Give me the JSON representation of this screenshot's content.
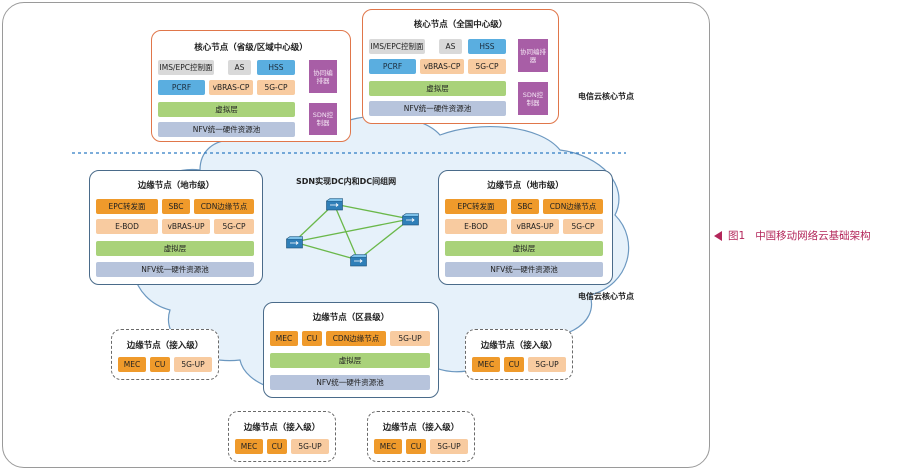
{
  "caption": {
    "label": "图1",
    "text": "中国移动网络云基础架构"
  },
  "cloud_labels": {
    "core": "电信云核心节点",
    "core2": "电信云核心节点"
  },
  "sdn_label": "SDN实现DC内和DC间组网",
  "icons": {
    "dc_switch": "dc-switch-icon"
  },
  "colors": {
    "core_border": "#e0764a",
    "edge_border": "#4a6b8a",
    "caption": "#b3265a",
    "divider": "#2f7cc4"
  },
  "core_provincial": {
    "title": "核心节点（省级/区域中心级）",
    "row1": [
      "IMS/EPC控制面",
      "AS",
      "HSS"
    ],
    "row2": [
      "PCRF",
      "vBRAS-CP",
      "5G-CP"
    ],
    "virtual": "虚拟层",
    "pool": "NFV统一硬件资源池",
    "orchestrator": "协同编排器",
    "sdn": "SDN控制器"
  },
  "core_national": {
    "title": "核心节点（全国中心级）",
    "row1": [
      "IMS/EPC控制面",
      "AS",
      "HSS"
    ],
    "row2": [
      "PCRF",
      "vBRAS-CP",
      "5G-CP"
    ],
    "virtual": "虚拟层",
    "pool": "NFV统一硬件资源池",
    "orchestrator": "协同编排器",
    "sdn": "SDN控制器"
  },
  "edge_city_left": {
    "title": "边缘节点（地市级）",
    "row1": [
      "EPC转发面",
      "SBC",
      "CDN边缘节点"
    ],
    "row2": [
      "E-BOD",
      "vBRAS-UP",
      "5G-CP"
    ],
    "virtual": "虚拟层",
    "pool": "NFV统一硬件资源池"
  },
  "edge_city_right": {
    "title": "边缘节点（地市级）",
    "row1": [
      "EPC转发面",
      "SBC",
      "CDN边缘节点"
    ],
    "row2": [
      "E-BOD",
      "vBRAS-UP",
      "5G-CP"
    ],
    "virtual": "虚拟层",
    "pool": "NFV统一硬件资源池"
  },
  "edge_county": {
    "title": "边缘节点（区县级）",
    "row1": [
      "MEC",
      "CU",
      "CDN边缘节点",
      "5G-UP"
    ],
    "virtual": "虚拟层",
    "pool": "NFV统一硬件资源池"
  },
  "access_nodes": [
    {
      "title": "边缘节点（接入级）",
      "items": [
        "MEC",
        "CU",
        "5G-UP"
      ]
    },
    {
      "title": "边缘节点（接入级）",
      "items": [
        "MEC",
        "CU",
        "5G-UP"
      ]
    },
    {
      "title": "边缘节点（接入级）",
      "items": [
        "MEC",
        "CU",
        "5G-UP"
      ]
    },
    {
      "title": "边缘节点（接入级）",
      "items": [
        "MEC",
        "CU",
        "5G-UP"
      ]
    }
  ]
}
